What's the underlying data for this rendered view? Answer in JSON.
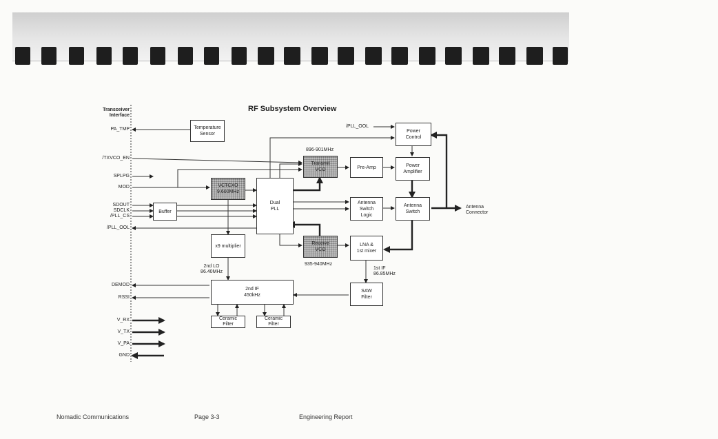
{
  "diagram": {
    "title": "RF Subsystem Overview",
    "interface_heading": [
      "Transceiver",
      "Interface"
    ],
    "signals": {
      "pa_tmp": "PA_TMP",
      "txvco_en": "/TXVCO_EN",
      "splpg": "SPLPG",
      "mod": "MOD",
      "sdout": "SDOUT",
      "sdclk": "SDCLK",
      "pll_cs": "/PLL_CS",
      "pll_ool_left": "/PLL_OOL",
      "pll_ool_top": "/PLL_OOL",
      "demod": "DEMOD",
      "rssi": "RSSI",
      "v_rx": "V_RX",
      "v_tx": "V_TX",
      "v_pa": "V_PA",
      "gnd": "GND"
    },
    "blocks": {
      "temp_sensor": "Temperature\nSensor",
      "buffer": "Buffer",
      "vctcxo": "VCTCXO\n9.600MHz",
      "dual_pll": "Dual\nPLL",
      "x9_multiplier": "x9 multiplier",
      "transmit_vco": "Transmit\nVCO",
      "pre_amp": "Pre-Amp",
      "power_control": "Power\nControl",
      "power_amplifier": "Power\nAmplifier",
      "antenna_switch_logic": "Antenna\nSwitch\nLogic",
      "antenna_switch": "Antenna\nSwitch",
      "receive_vco": "Receive\nVCO",
      "lna_mixer": "LNA &\n1st mixer",
      "saw_filter": "SAW\nFilter",
      "second_if": "2nd IF\n450kHz",
      "ceramic_filter_1": "Ceramic\nFilter",
      "ceramic_filter_2": "Ceramic\nFilter"
    },
    "annotations": {
      "tx_freq": "896-901MHz",
      "rx_freq": "935-940MHz",
      "second_lo": "2nd LO\n86.40MHz",
      "first_if": "1st IF\n86.85MHz",
      "antenna_connector": "Antenna\nConnector"
    }
  },
  "footer": {
    "company": "Nomadic Communications",
    "page": "Page 3-3",
    "report": "Engineering Report"
  }
}
